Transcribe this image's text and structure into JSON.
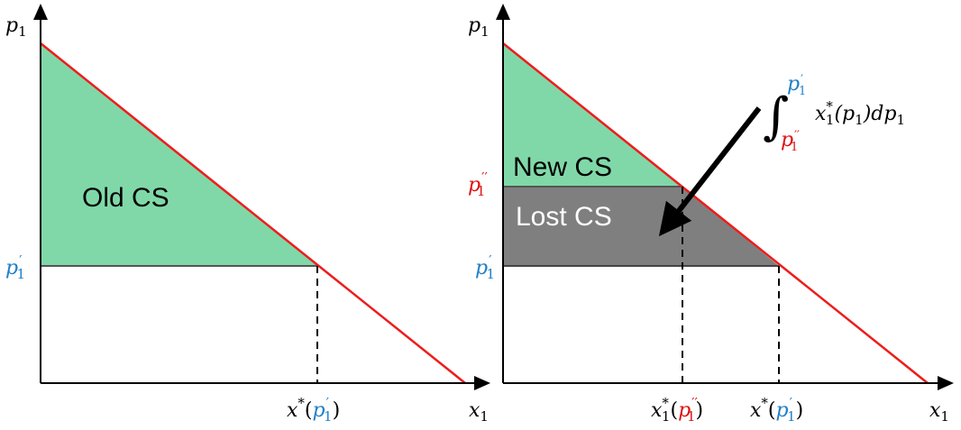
{
  "colors": {
    "demand_line": "#ee1c1c",
    "old_cs_fill": "#80d8a8",
    "new_cs_fill": "#80d8a8",
    "lost_cs_fill": "#7f7f7f",
    "axis": "#000000",
    "blue_label": "#1f7fc7",
    "red_label": "#dd1111",
    "dark_text": "#000000",
    "light_text": "#ffffff"
  },
  "left_panel": {
    "y_axis_label": "p",
    "y_axis_sub": "1",
    "x_axis_label": "x",
    "x_axis_sub": "1",
    "price_label": "p",
    "price_sub": "1",
    "price_prime": "′",
    "region_label": "Old CS",
    "quantity_label_pre": "x",
    "quantity_label_sup": "*",
    "quantity_label_open": "(",
    "quantity_label_p": "p",
    "quantity_label_sub": "1",
    "quantity_label_prime": "′",
    "quantity_label_close": ")"
  },
  "right_panel": {
    "y_axis_label": "p",
    "y_axis_sub": "1",
    "x_axis_label": "x",
    "x_axis_sub": "1",
    "new_price_label": "p",
    "new_price_sub": "1",
    "new_price_prime": "′′",
    "old_price_label": "p",
    "old_price_sub": "1",
    "old_price_prime": "′",
    "new_cs_label": "New CS",
    "lost_cs_label": "Lost CS",
    "q_new_pre": "x",
    "q_new_sub": "1",
    "q_new_sup": "*",
    "q_new_open": "(",
    "q_new_p": "p",
    "q_new_psub": "1",
    "q_new_prime": "′′",
    "q_new_close": ")",
    "q_old_pre": "x",
    "q_old_sup": "*",
    "q_old_open": "(",
    "q_old_p": "p",
    "q_old_psub": "1",
    "q_old_prime": "′",
    "q_old_close": ")"
  },
  "integral": {
    "sign": "∫",
    "upper_p": "p",
    "upper_sub": "1",
    "upper_prime": "′",
    "lower_p": "p",
    "lower_sub": "1",
    "lower_prime": "′′",
    "integrand_x": "x",
    "integrand_sub": "1",
    "integrand_sup": "*",
    "integrand_rest": "(p",
    "integrand_rest_sub": "1",
    "integrand_close": ")dp",
    "integrand_dp_sub": "1"
  }
}
